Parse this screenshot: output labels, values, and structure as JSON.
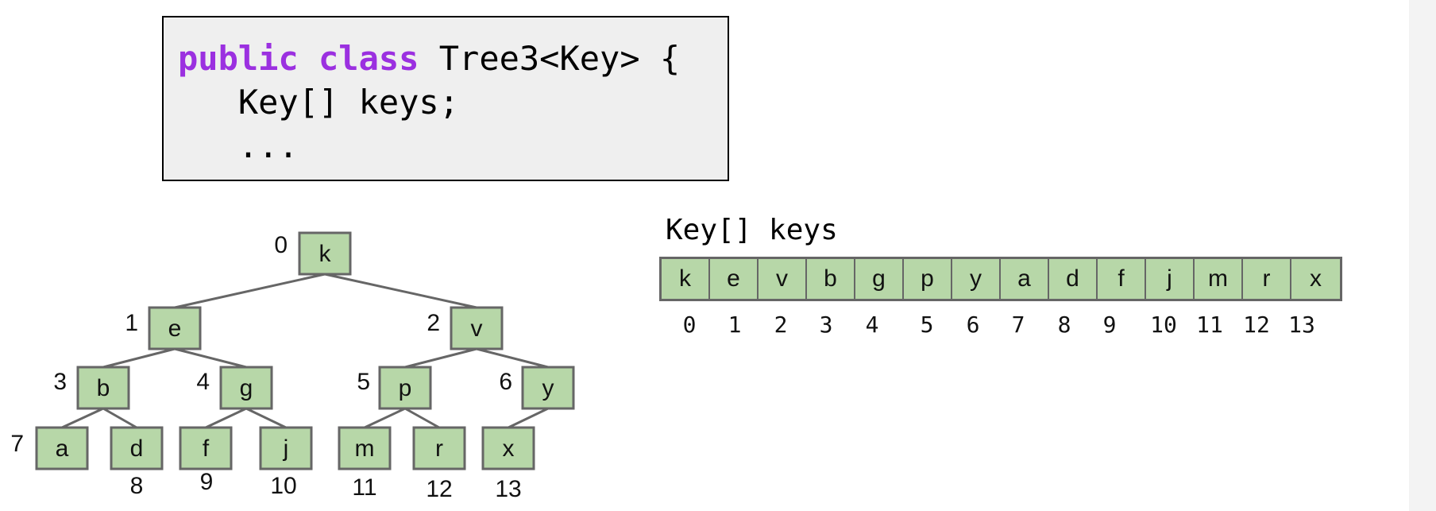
{
  "code": {
    "line1": {
      "kw1": "public",
      "kw2": "class",
      "rest": "Tree3<Key> {"
    },
    "line2": "Key[] keys;",
    "line3": "..."
  },
  "array": {
    "label": "Key[] keys",
    "cells": [
      "k",
      "e",
      "v",
      "b",
      "g",
      "p",
      "y",
      "a",
      "d",
      "f",
      "j",
      "m",
      "r",
      "x"
    ],
    "indices": [
      "0",
      "1",
      "2",
      "3",
      "4",
      "5",
      "6",
      "7",
      "8",
      "9",
      "10",
      "11",
      "12",
      "13"
    ]
  },
  "tree": {
    "nodes": [
      {
        "label": "k",
        "index": "0"
      },
      {
        "label": "e",
        "index": "1"
      },
      {
        "label": "v",
        "index": "2"
      },
      {
        "label": "b",
        "index": "3"
      },
      {
        "label": "g",
        "index": "4"
      },
      {
        "label": "p",
        "index": "5"
      },
      {
        "label": "y",
        "index": "6"
      },
      {
        "label": "a",
        "index": "7"
      },
      {
        "label": "d",
        "index": "8"
      },
      {
        "label": "f",
        "index": "9"
      },
      {
        "label": "j",
        "index": "10"
      },
      {
        "label": "m",
        "index": "11"
      },
      {
        "label": "r",
        "index": "12"
      },
      {
        "label": "x",
        "index": "13"
      }
    ],
    "edges": [
      [
        0,
        1
      ],
      [
        0,
        2
      ],
      [
        1,
        3
      ],
      [
        1,
        4
      ],
      [
        2,
        5
      ],
      [
        2,
        6
      ],
      [
        3,
        7
      ],
      [
        3,
        8
      ],
      [
        4,
        9
      ],
      [
        4,
        10
      ],
      [
        5,
        11
      ],
      [
        5,
        12
      ],
      [
        6,
        13
      ]
    ]
  },
  "colors": {
    "keyword": "#9b30e0",
    "node_fill": "#b7d7a8",
    "node_stroke": "#666666",
    "code_bg": "#efefef"
  }
}
